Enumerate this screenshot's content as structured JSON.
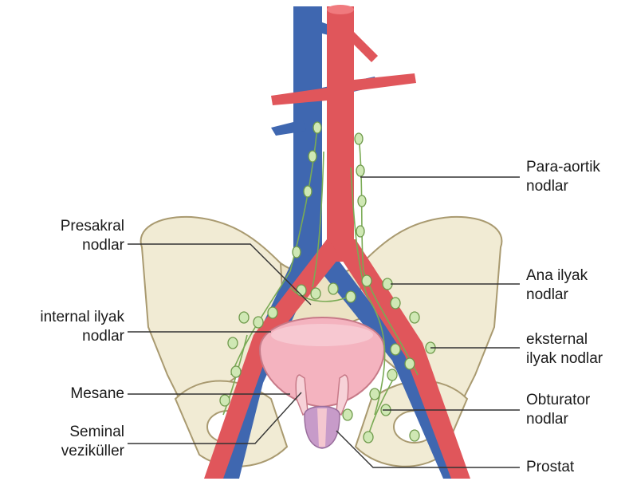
{
  "labels": {
    "para_aortic": [
      "Para-aortik",
      "nodlar"
    ],
    "presacral": [
      "Presakral",
      "nodlar"
    ],
    "common_iliac": [
      "Ana ilyak",
      "nodlar"
    ],
    "internal_iliac": [
      "internal ilyak",
      "nodlar"
    ],
    "external_iliac": [
      "eksternal",
      "ilyak nodlar"
    ],
    "bladder": "Mesane",
    "obturator": [
      "Obturator",
      "nodlar"
    ],
    "seminal_vesicles": [
      "Seminal",
      "veziküller"
    ],
    "prostate": "Prostat"
  },
  "colors": {
    "vein": "#3f67b0",
    "artery": "#e0565b",
    "bone": "#f1ebd4",
    "bone_outline": "#a99a70",
    "node": "#cfe8b4",
    "node_outline": "#6f9a4c",
    "bladder": "#f4b3bf",
    "prostate": "#c79bc9",
    "leader_line": "#333333"
  }
}
